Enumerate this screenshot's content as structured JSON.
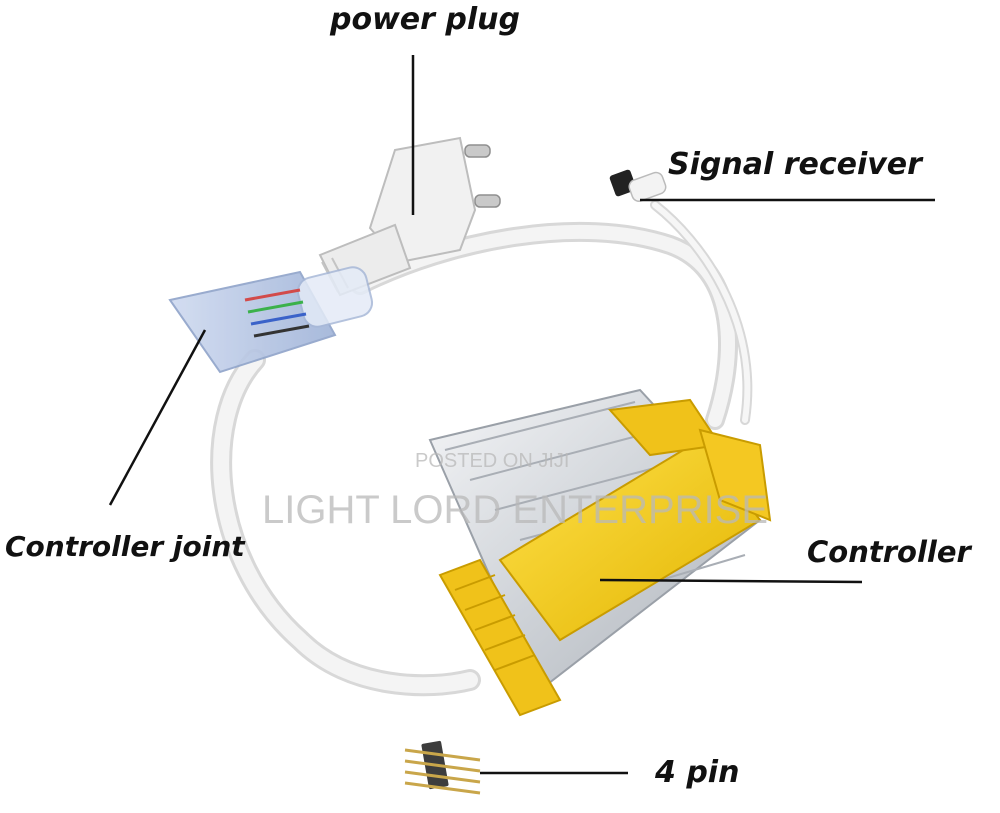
{
  "labels": {
    "power_plug": "power plug",
    "signal_receiver": "Signal receiver",
    "controller_joint": "Controller joint",
    "controller": "Controller",
    "four_pin": "4 pin"
  },
  "watermark": {
    "line1": "POSTED ON JIJI",
    "line2": "LIGHT LORD ENTERPRISE"
  },
  "colors": {
    "controller_yellow": "#f3cb1a",
    "aluminum": "#d8dbdf",
    "cable_white": "#f2f2f2",
    "joint_blue": "#b9c8e3",
    "label_text": "#111111"
  }
}
